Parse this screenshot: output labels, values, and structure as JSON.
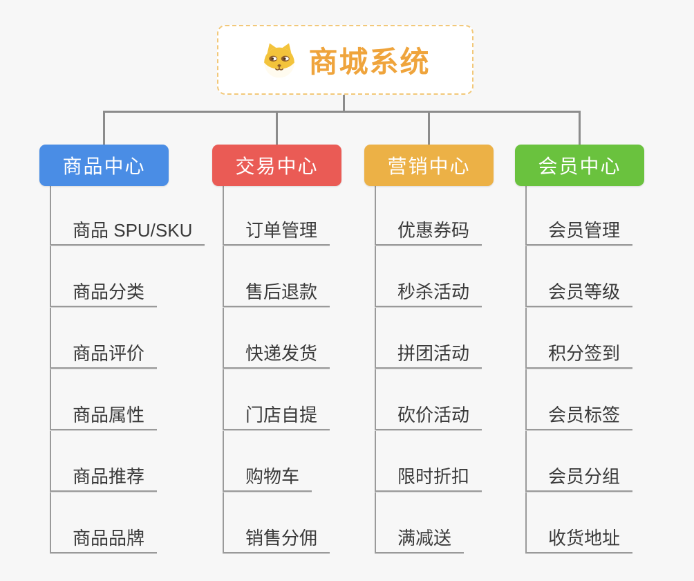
{
  "root": {
    "title": "商城系统",
    "icon": "shiba-dog-icon"
  },
  "colors": {
    "background": "#f7f7f7",
    "connector": "#8c8c8c",
    "underline": "#9a9a9a",
    "item_text": "#3a3a3a",
    "root_border": "#f2c879",
    "root_title": "#efa43c",
    "root_background": "#ffffff",
    "header_text": "#ffffff"
  },
  "branches": [
    {
      "label": "商品中心",
      "color": "#4a8de5",
      "children": [
        "商品 SPU/SKU",
        "商品分类",
        "商品评价",
        "商品属性",
        "商品推荐",
        "商品品牌"
      ]
    },
    {
      "label": "交易中心",
      "color": "#ea5b55",
      "children": [
        "订单管理",
        "售后退款",
        "快递发货",
        "门店自提",
        "购物车",
        "销售分佣"
      ]
    },
    {
      "label": "营销中心",
      "color": "#ecb146",
      "children": [
        "优惠券码",
        "秒杀活动",
        "拼团活动",
        "砍价活动",
        "限时折扣",
        "满减送"
      ]
    },
    {
      "label": "会员中心",
      "color": "#6ac23e",
      "children": [
        "会员管理",
        "会员等级",
        "积分签到",
        "会员标签",
        "会员分组",
        "收货地址"
      ]
    }
  ]
}
